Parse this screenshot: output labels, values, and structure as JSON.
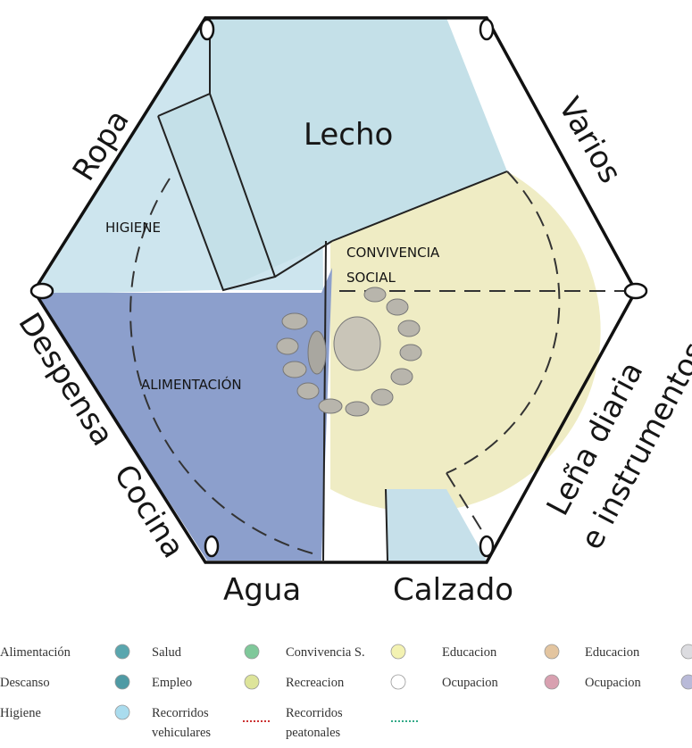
{
  "diagram": {
    "labels": {
      "ropa": "Ropa",
      "varios": "Varios",
      "lecho": "Lecho",
      "higiene": "HIGIENE",
      "convivencia_line1": "CONVIVENCIA",
      "convivencia_line2": "SOCIAL",
      "alimentacion": "ALIMENTACIÓN",
      "despensa": "Despensa",
      "cocina": "Cocina",
      "agua": "Agua",
      "calzado": "Calzado",
      "lena_line1": "Leña diaria",
      "lena_line2": "e instrumentos"
    },
    "colors": {
      "lecho": "#c4e0e8",
      "higiene": "#cde5ee",
      "convivencia": "#efecc4",
      "alimentacion": "#8c9fcc",
      "calzado": "#c6e0ea",
      "outline": "#111111"
    }
  },
  "legend": {
    "rows": [
      [
        {
          "label": "Alimentación",
          "color": "#5aa6ae"
        },
        {
          "label": "Salud",
          "color": "#7fc89a"
        },
        {
          "label": "Convivencia S.",
          "color": "#f3f2b2"
        },
        {
          "label": "Educacion",
          "color": "#e3c5a0"
        },
        {
          "label": "Educacion",
          "color": "#dcdce0"
        }
      ],
      [
        {
          "label": "Descanso",
          "color": "#4f9aa4"
        },
        {
          "label": "Empleo",
          "color": "#dde49a"
        },
        {
          "label": "Recreacion",
          "color": "#ffffff"
        },
        {
          "label": "Ocupacion",
          "color": "#d8a0b0"
        },
        {
          "label": "Ocupacion",
          "color": "#b9bad8"
        }
      ]
    ],
    "row3": {
      "higiene": {
        "label": "Higiene",
        "color": "#aadcee"
      },
      "vehicular": {
        "line1": "Recorridos",
        "line2": "vehiculares",
        "color": "#cc3333"
      },
      "peatonal": {
        "line1": "Recorridos",
        "line2": "peatonales",
        "color": "#33aa88"
      }
    }
  }
}
